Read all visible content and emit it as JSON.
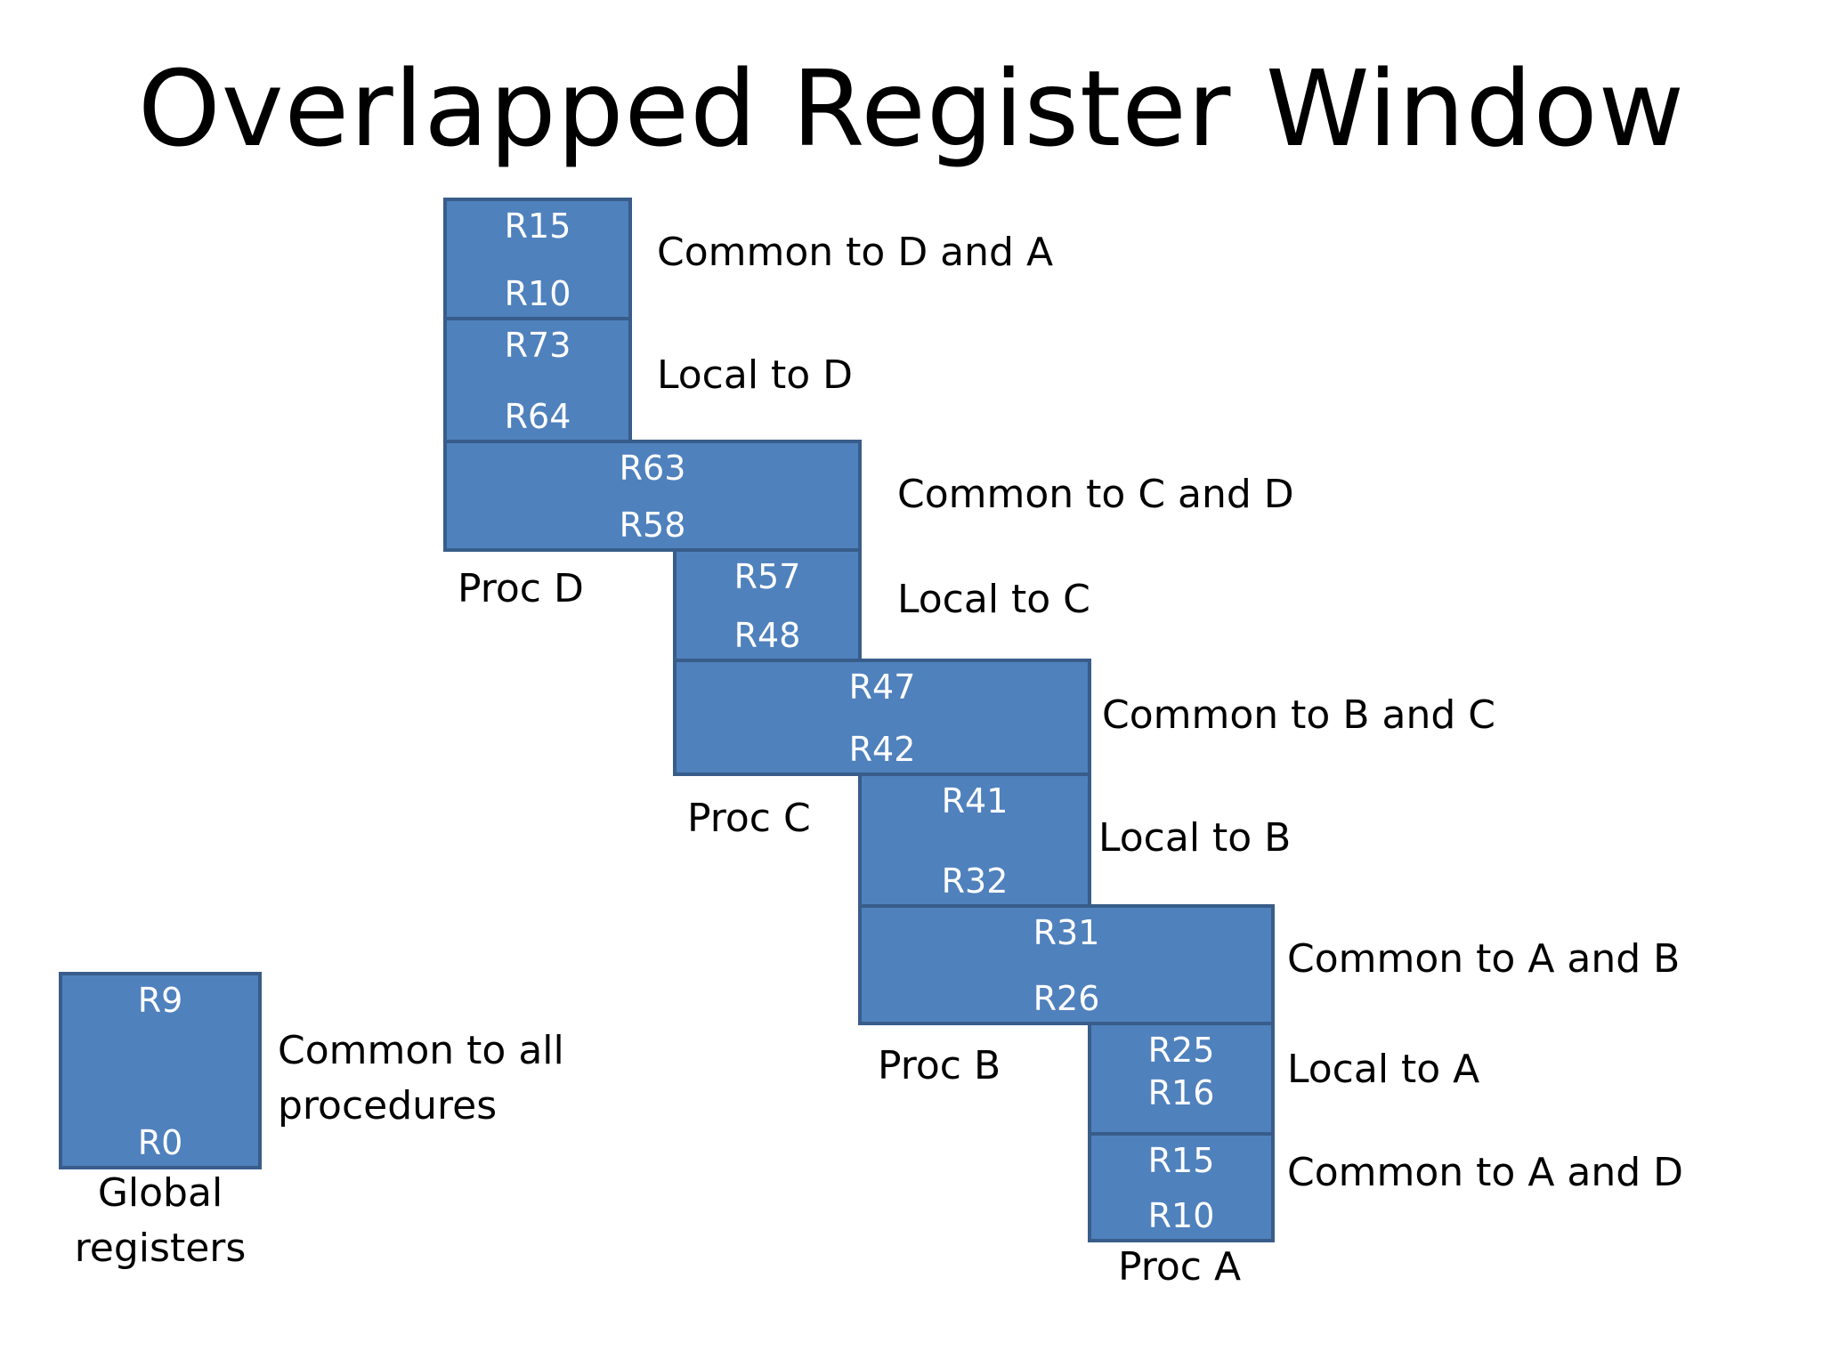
{
  "title": "Overlapped Register Window",
  "blocks": {
    "d_common_da": {
      "top": "R15",
      "bottom": "R10"
    },
    "d_local": {
      "top": "R73",
      "bottom": "R64"
    },
    "dc_common": {
      "top": "R63",
      "bottom": "R58"
    },
    "c_local": {
      "top": "R57",
      "bottom": "R48"
    },
    "cb_common": {
      "top": "R47",
      "bottom": "R42"
    },
    "b_local": {
      "top": "R41",
      "bottom": "R32"
    },
    "ba_common": {
      "top": "R31",
      "bottom": "R26"
    },
    "a_local": {
      "top": "R25",
      "bottom": "R16"
    },
    "a_common_ad": {
      "top": "R15",
      "bottom": "R10"
    },
    "global": {
      "top": "R9",
      "bottom": "R0"
    }
  },
  "labels": {
    "common_d_a": "Common to D and A",
    "local_d": "Local to D",
    "common_c_d": "Common to C and D",
    "local_c": "Local to C",
    "common_b_c": "Common to B and C",
    "local_b": "Local to B",
    "common_a_b": "Common to A and B",
    "local_a": "Local to A",
    "common_a_d": "Common to A and D",
    "common_all_line1": "Common to all",
    "common_all_line2": "procedures"
  },
  "procs": {
    "d": "Proc D",
    "c": "Proc C",
    "b": "Proc B",
    "a": "Proc A"
  },
  "global_caption": {
    "line1": "Global",
    "line2": "registers"
  },
  "colors": {
    "block_fill": "#4f81bd",
    "block_border": "#385d8a",
    "register_text": "#ffffff"
  }
}
